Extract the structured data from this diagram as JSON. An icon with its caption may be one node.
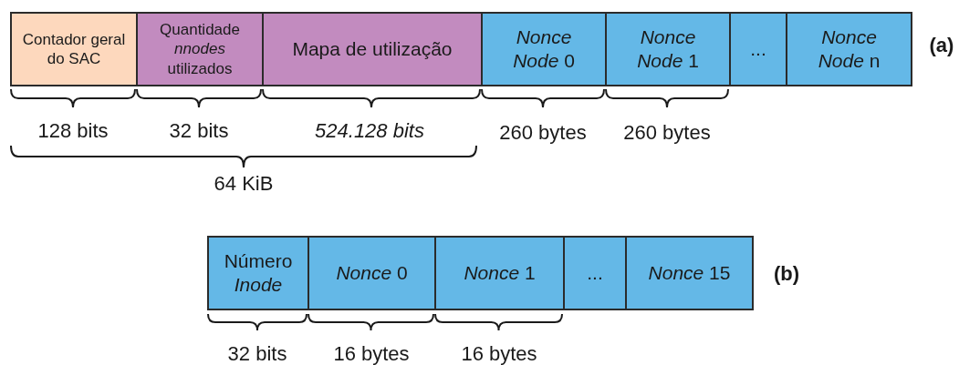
{
  "diagram": {
    "nodes": [
      {
        "text": [
          "Contador geral do SAC"
        ]
      },
      {
        "text": [
          "Quantidade *nnodes* utilizados"
        ]
      },
      {
        "text": [
          "Mapa de utilização"
        ]
      },
      {
        "text": [
          "*Nonce Node* 0"
        ]
      },
      {
        "text": [
          "*Nonce Node* 1"
        ]
      },
      {
        "text": [
          "..."
        ]
      },
      {
        "text": [
          "*Nonce Node* n"
        ]
      },
      {
        "text": [
          "Número *Inode*"
        ]
      },
      {
        "text": [
          "*Nonce* 0"
        ]
      },
      {
        "text": [
          "*Nonce* 1"
        ]
      },
      {
        "text": [
          "..."
        ]
      },
      {
        "text": [
          "*Nonce* 15"
        ]
      }
    ],
    "labels": [
      "(a)",
      "128 bits",
      "32 bits",
      "524.128 bits",
      "260 bytes",
      "260 bytes",
      "64 KiB",
      "(b)",
      "32 bits",
      "16 bytes",
      "16 bytes"
    ]
  }
}
